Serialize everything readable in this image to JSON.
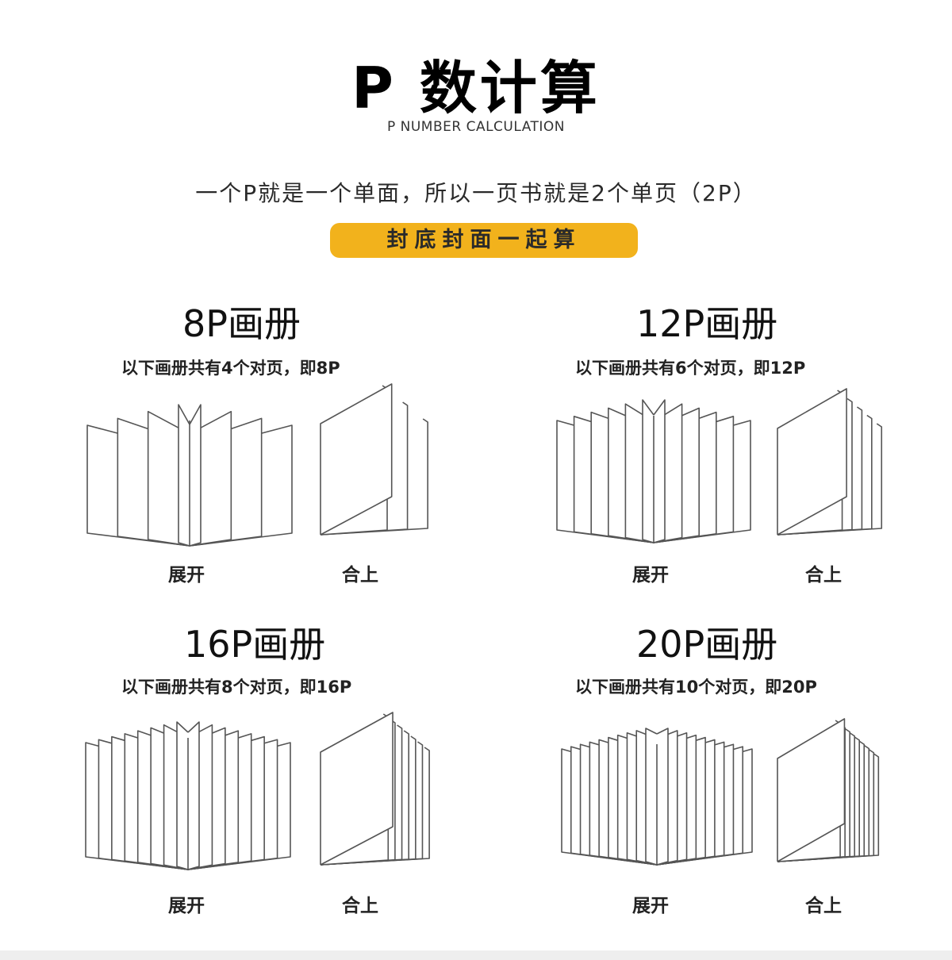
{
  "header": {
    "title": "P 数计算",
    "subtitle": "P NUMBER CALCULATION",
    "intro": "一个P就是一个单面，所以一页书就是2个单页（2P）",
    "badge": "封底封面一起算"
  },
  "sections": [
    {
      "title": "8P画册",
      "desc": "以下画册共有4个对页，即8P",
      "open_label": "展开",
      "closed_label": "合上",
      "spreads": 4
    },
    {
      "title": "12P画册",
      "desc": "以下画册共有6个对页，即12P",
      "open_label": "展开",
      "closed_label": "合上",
      "spreads": 6
    },
    {
      "title": "16P画册",
      "desc": "以下画册共有8个对页，即16P",
      "open_label": "展开",
      "closed_label": "合上",
      "spreads": 8
    },
    {
      "title": "20P画册",
      "desc": "以下画册共有10个对页，即20P",
      "open_label": "展开",
      "closed_label": "合上",
      "spreads": 10
    }
  ],
  "colors": {
    "accent": "#f2b21c",
    "line": "#555555"
  }
}
